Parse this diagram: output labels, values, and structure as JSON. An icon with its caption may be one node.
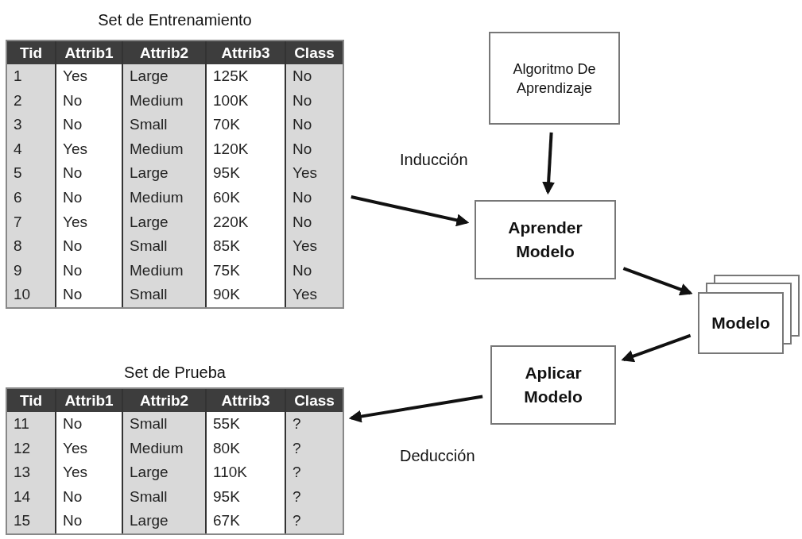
{
  "diagram": {
    "nodes": [
      {
        "text": [
          "Set de Entrenamiento"
        ]
      },
      {
        "text": [
          "Set de Prueba"
        ]
      },
      {
        "text": [
          "Algoritmo De Aprendizaje"
        ]
      },
      {
        "text": [
          "Aprender Modelo"
        ]
      },
      {
        "text": [
          "Modelo"
        ]
      },
      {
        "text": [
          "Aplicar Modelo"
        ]
      }
    ],
    "edges": [
      {
        "from": 0,
        "to": 3,
        "arrow": "to"
      },
      {
        "from": 2,
        "to": 3,
        "arrow": "to"
      },
      {
        "from": 3,
        "to": 4,
        "arrow": "to"
      },
      {
        "from": 4,
        "to": 5,
        "arrow": "to"
      },
      {
        "from": 5,
        "to": 1,
        "arrow": "to"
      }
    ],
    "labels": [
      "Tid",
      "Attrib1",
      "Attrib2",
      "Attrib3",
      "Class",
      "1",
      "Yes",
      "Large",
      "125K",
      "No",
      "2",
      "No",
      "Medium",
      "100K",
      "No",
      "3",
      "No",
      "Small",
      "70K",
      "No",
      "4",
      "Yes",
      "Medium",
      "120K",
      "No",
      "5",
      "No",
      "Large",
      "95K",
      "Yes",
      "6",
      "No",
      "Medium",
      "60K",
      "No",
      "7",
      "Yes",
      "Large",
      "220K",
      "No",
      "8",
      "No",
      "Small",
      "85K",
      "Yes",
      "9",
      "No",
      "Medium",
      "75K",
      "No",
      "10",
      "No",
      "Small",
      "90K",
      "Yes",
      "Tid",
      "Attrib1",
      "Attrib2",
      "Attrib3",
      "Class",
      "11",
      "No",
      "Small",
      "55K",
      "?",
      "12",
      "Yes",
      "Medium",
      "80K",
      "?",
      "13",
      "Yes",
      "Large",
      "110K",
      "?",
      "14",
      "No",
      "Small",
      "95K",
      "?",
      "15",
      "No",
      "Large",
      "67K",
      "?",
      "Inducción",
      "Deducción"
    ]
  }
}
